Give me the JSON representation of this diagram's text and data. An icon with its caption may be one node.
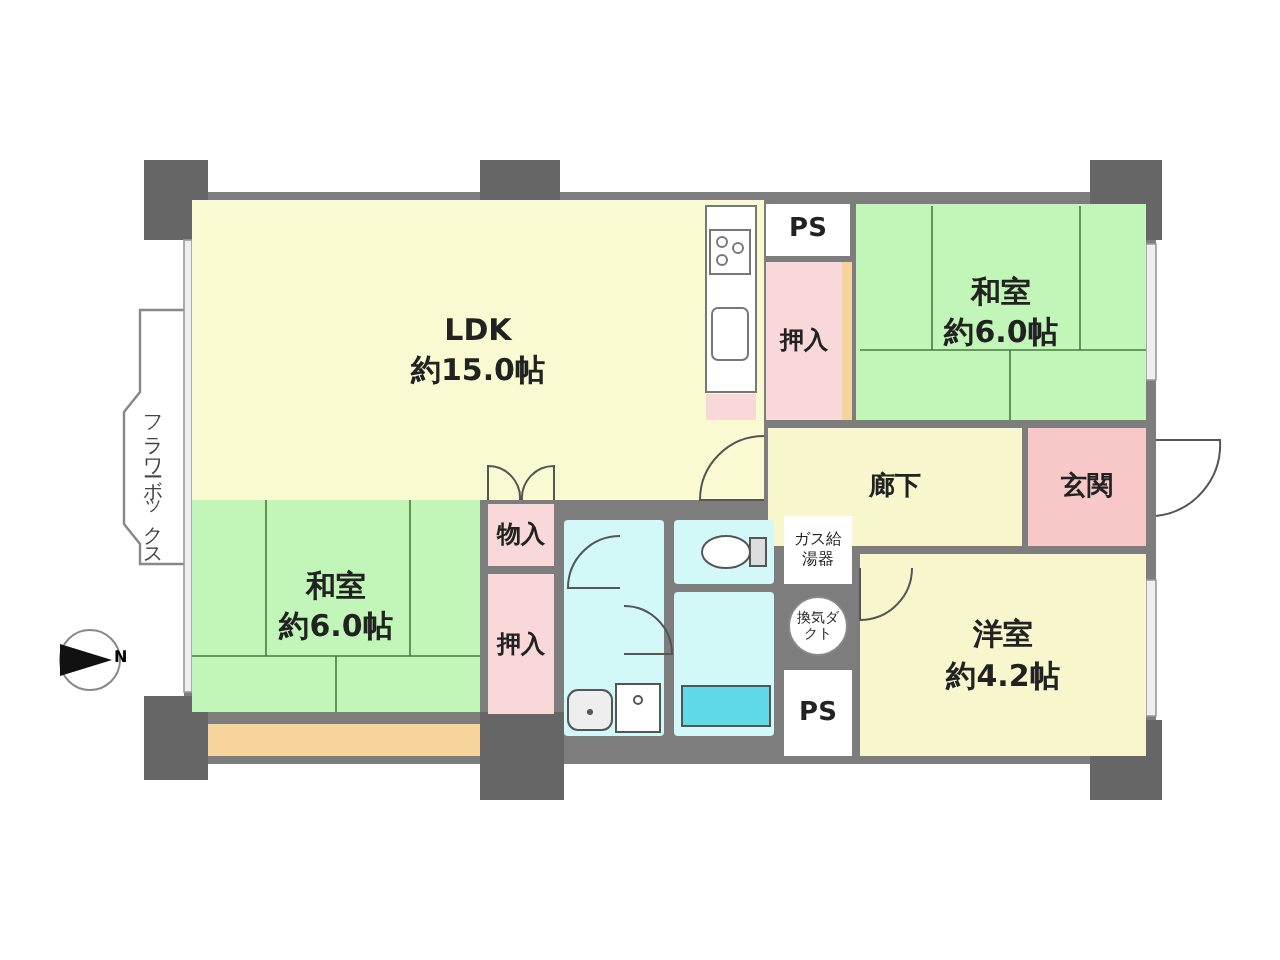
{
  "diagram": {
    "nodes": [
      {
        "text": [
          "LDK",
          "約15.0帖"
        ]
      },
      {
        "text": [
          "PS"
        ]
      },
      {
        "text": [
          "押入"
        ]
      },
      {
        "text": [
          "和室",
          "約6.0帖"
        ]
      },
      {
        "text": [
          "廊下"
        ]
      },
      {
        "text": [
          "玄関"
        ]
      },
      {
        "text": [
          "物入"
        ]
      },
      {
        "text": [
          "ガス給湯器"
        ]
      },
      {
        "text": [
          "和室",
          "約6.0帖"
        ]
      },
      {
        "text": [
          "押入"
        ]
      },
      {
        "text": [
          "換気ダクト"
        ]
      },
      {
        "text": [
          "洋室",
          "約4.2帖"
        ]
      },
      {
        "text": [
          "PS"
        ]
      },
      {
        "text": [],
        "shape": "box"
      },
      {
        "text": [],
        "shape": "box"
      },
      {
        "text": [],
        "shape": "box"
      }
    ],
    "edges": [],
    "labels": [
      "フラワーボックス",
      "N"
    ]
  }
}
